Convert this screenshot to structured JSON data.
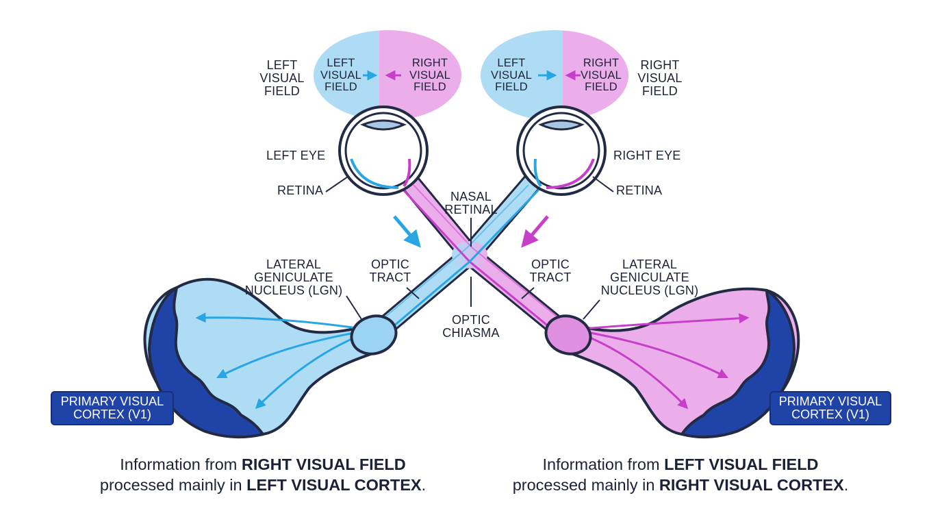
{
  "colors": {
    "left_field": "#aedcf5",
    "right_field": "#ecaeea",
    "cyan_arrow": "#27a6e3",
    "magenta_arrow": "#c63ec9",
    "outline": "#222a44",
    "cortex_dark": "#2043a8"
  },
  "left_eye_field": {
    "left_half": "LEFT\nVISUAL\nFIELD",
    "right_half": "RIGHT\nVISUAL\nFIELD"
  },
  "right_eye_field": {
    "left_half": "LEFT\nVISUAL\nFIELD",
    "right_half": "RIGHT\nVISUAL\nFIELD"
  },
  "labels": {
    "left_visual_field": "LEFT\nVISUAL\nFIELD",
    "right_visual_field": "RIGHT\nVISUAL\nFIELD",
    "left_eye": "LEFT EYE",
    "right_eye": "RIGHT EYE",
    "retina_left": "RETINA",
    "retina_right": "RETINA",
    "nasal_retinal": "NASAL\nRETINAL",
    "optic_tract_left": "OPTIC\nTRACT",
    "optic_tract_right": "OPTIC\nTRACT",
    "optic_chiasma": "OPTIC\nCHIASMA",
    "lgn_left": "LATERAL\nGENICULATE\nNUCLEUS (LGN)",
    "lgn_right": "LATERAL\nGENICULATE\nNUCLEUS (LGN)"
  },
  "badges": {
    "v1_left": "PRIMARY VISUAL\nCORTEX (V1)",
    "v1_right": "PRIMARY VISUAL\nCORTEX (V1)"
  },
  "captions": {
    "left": {
      "prefix": "Information from ",
      "bold1": "RIGHT VISUAL FIELD",
      "middle": "processed mainly in ",
      "bold2": "LEFT VISUAL CORTEX",
      "suffix": "."
    },
    "right": {
      "prefix": "Information from ",
      "bold1": "LEFT VISUAL FIELD",
      "middle": "processed mainly in ",
      "bold2": "RIGHT VISUAL CORTEX",
      "suffix": "."
    }
  },
  "icons": [
    "cyan-arrow-icon",
    "magenta-arrow-icon"
  ]
}
